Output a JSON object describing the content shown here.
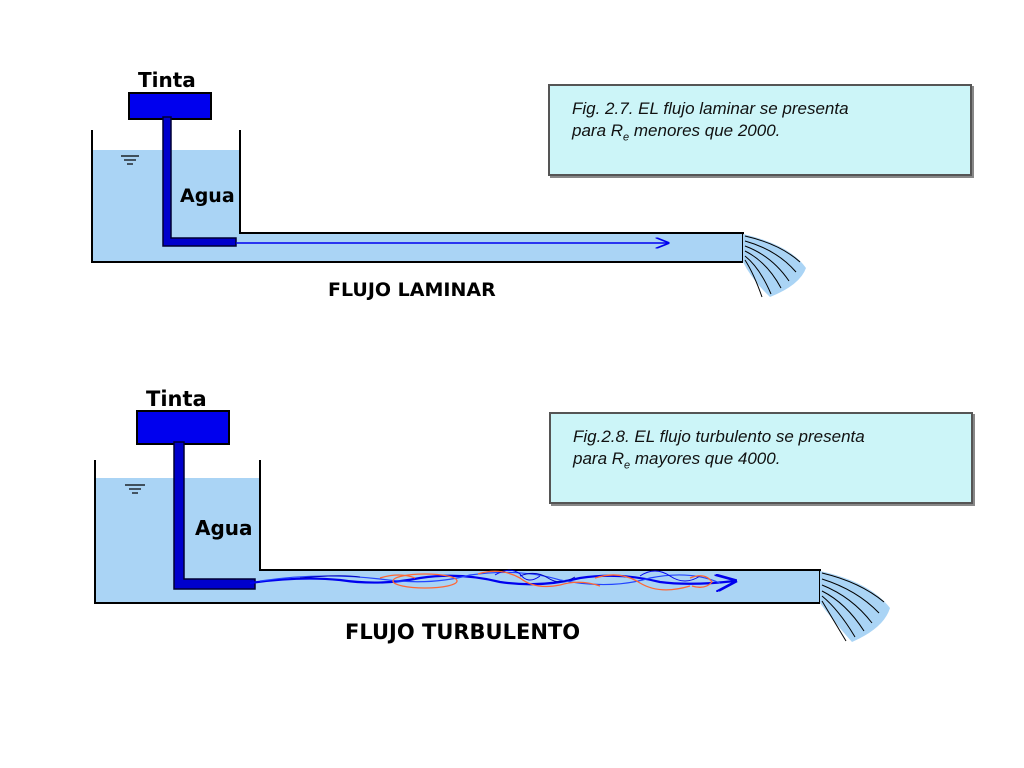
{
  "laminar": {
    "ink_label": "Tinta",
    "water_label": "Agua",
    "title": "FLUJO LAMINAR",
    "caption_line1": "Fig. 2.7. EL flujo laminar se presenta",
    "caption_pre": "para R",
    "caption_sub": "e",
    "caption_post": " menores que 2000."
  },
  "turbulent": {
    "ink_label": "Tinta",
    "water_label": "Agua",
    "title": "FLUJO TURBULENTO",
    "caption_line1": "Fig.2.8. EL flujo turbulento se presenta",
    "caption_pre": "para R",
    "caption_sub": "e",
    "caption_post": " mayores que 4000."
  },
  "colors": {
    "water": "#aad4f5",
    "ink": "#0000ee",
    "ink_dark": "#0000aa",
    "caption_bg": "#ccf5f8",
    "eddy": "#ff6633"
  },
  "icons": [
    "water-surface-icon",
    "outflow-jet-icon",
    "flow-arrow-icon"
  ]
}
